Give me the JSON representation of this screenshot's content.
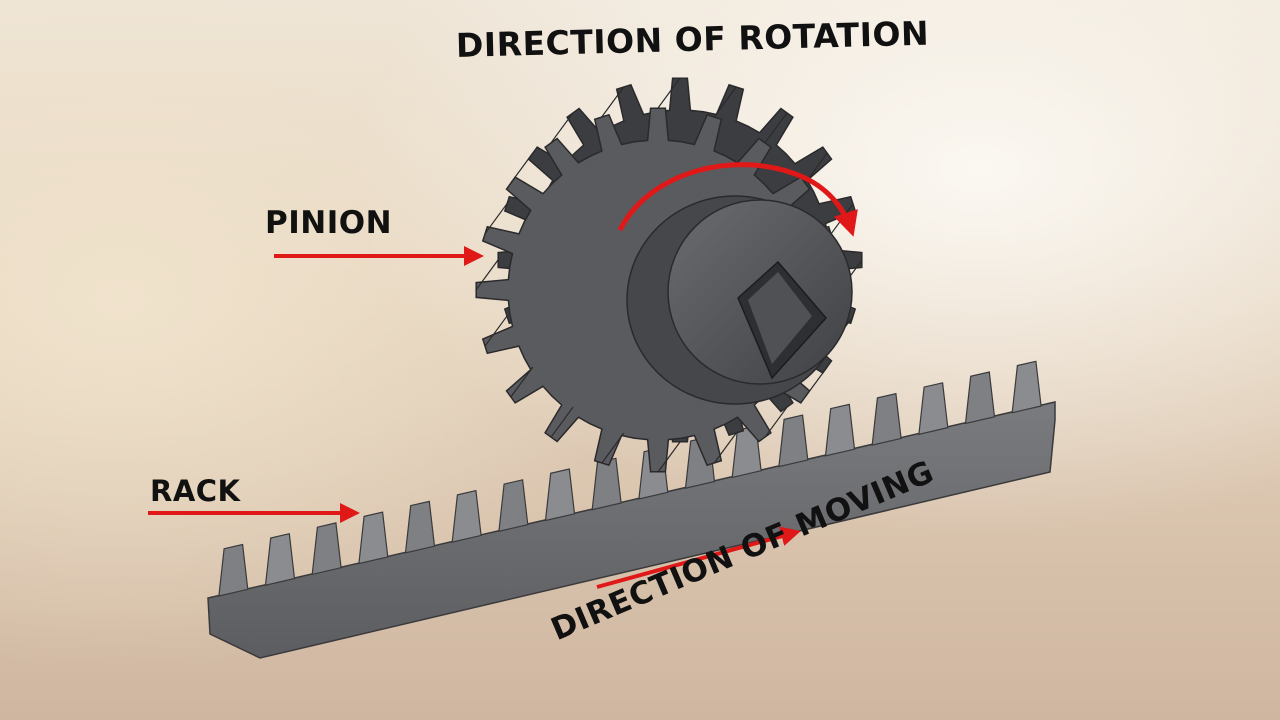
{
  "labels": {
    "direction_of_rotation": "DIRECTION OF ROTATION",
    "pinion": "PINION",
    "rack": "RACK",
    "direction_of_moving": "DIRECTION OF MOVING"
  },
  "colors": {
    "arrow": "#e01818",
    "gear_body": "#5a5b5e",
    "gear_shadow": "#3c3d40",
    "gear_highlight": "#7d7e82",
    "rack_top": "#8a8b8e",
    "rack_front": "#707174"
  },
  "pinion": {
    "teeth": 20
  },
  "rack": {
    "teeth": 18
  }
}
